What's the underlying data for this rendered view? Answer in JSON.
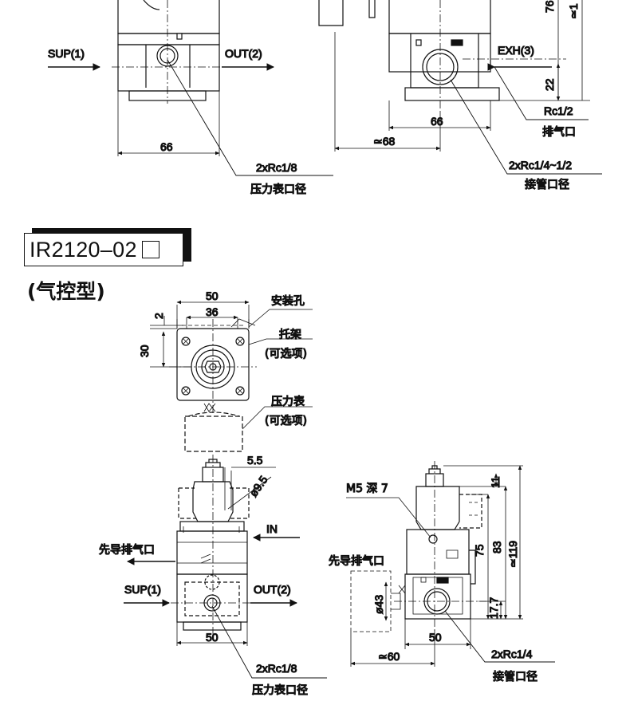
{
  "title": {
    "model": "IR2120–02",
    "subtitle": "(气控型)"
  },
  "top_section": {
    "sup": "SUP(1)",
    "out": "OUT(2)",
    "exh": "EXH(3)",
    "dim_66_left": "66",
    "dim_66_right": "66",
    "dim_68": "≃68",
    "dim_22": "22",
    "dim_76": "76",
    "dim_approx1": "≃1",
    "gauge_port": "2xRc1/8",
    "gauge_port_cn": "压力表口径",
    "exh_port": "Rc1/2",
    "exh_port_cn": "排气口",
    "pipe_port": "2xRc1/4~1/2",
    "pipe_port_cn": "接管口径"
  },
  "top_view": {
    "dim_50": "50",
    "dim_36": "36",
    "dim_2": "2",
    "dim_30": "30",
    "mount_hole": "安装孔",
    "bracket": "托架",
    "bracket_opt": "(可选项)",
    "gauge": "压力表",
    "gauge_opt": "(可选项)"
  },
  "front_view": {
    "dim_5_5": "5.5",
    "dim_phi9_5": "ø9.5",
    "in": "IN",
    "pilot_exh": "先导排气口",
    "sup": "SUP(1)",
    "out": "OUT(2)",
    "dim_50": "50",
    "gauge_port": "2xRc1/8",
    "gauge_port_cn": "压力表口径"
  },
  "side_view": {
    "m5": "M5 深 7",
    "pilot_exh": "先导排气口",
    "dim_11": "11",
    "dim_75": "75",
    "dim_83": "83",
    "dim_119": "≃119",
    "dim_17_7": "17.7",
    "dim_phi43": "ø43",
    "dim_50": "50",
    "dim_60": "≃60",
    "pipe_port": "2xRc1/4",
    "pipe_port_cn": "接管口径"
  }
}
